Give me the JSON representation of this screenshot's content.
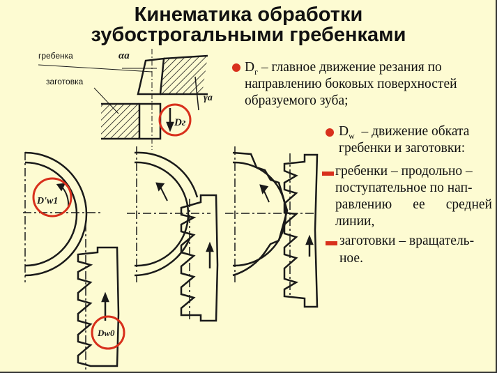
{
  "title": {
    "line1": "Кинематика обработки",
    "line2": "зубострогальными гребенками"
  },
  "diagram": {
    "label_rack": "гребенка",
    "label_workpiece": "заготовка",
    "symbol_alpha": "αa",
    "symbol_gamma": "γa",
    "symbol_dr": "Dг",
    "symbol_dw1": "D'w1",
    "symbol_dw0": "Dw0"
  },
  "bullets": {
    "b1": {
      "symbol": "D",
      "sub": "г",
      "lines": [
        "– главное движение резания по",
        "направлению боковых поверхностей",
        "образуемого зуба;"
      ]
    },
    "b2": {
      "symbol": "D",
      "sub": "w",
      "lines": [
        "– движение обката",
        "гребенки и заготовки:"
      ]
    },
    "d1": {
      "lines": [
        "гребенки – продольно –",
        "поступательное по нап-",
        "равлению ее средней",
        "линии,"
      ]
    },
    "d2": {
      "lines": [
        "заготовки – вращатель-",
        "ное."
      ]
    }
  },
  "colors": {
    "background": "#fdfbd2",
    "accent": "#d8301c"
  }
}
